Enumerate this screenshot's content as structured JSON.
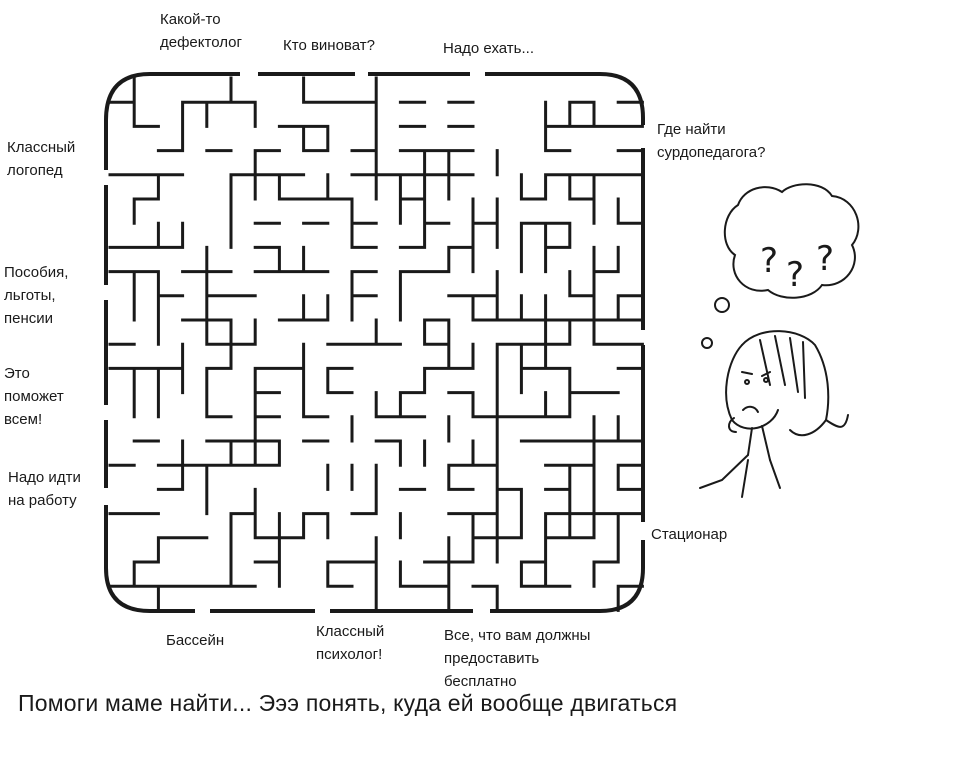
{
  "exit_labels": {
    "top_1": "Какой-то\nдефектолог",
    "top_2": "Кто виноват?",
    "top_3": "Надо ехать...",
    "right_1": "Где найти\nсурдопедагога?",
    "right_2": "Стационар",
    "left_1": "Классный\nлогопед",
    "left_2": "Пособия,\nльготы,\nпенсии",
    "left_3": "Это\nпоможет\nвсем!",
    "left_4": "Надо идти\nна работу",
    "bottom_1": "Бассейн",
    "bottom_2": "Классный\nпсихолог!",
    "bottom_3": "Все, что вам должны\nпредоставить\nбесплатно"
  },
  "caption": "Помоги маме найти... Эээ понять, куда ей вообще двигаться",
  "illustration": {
    "thought_bubble_marks": [
      "?",
      "?",
      "?"
    ],
    "icon": "worried-woman-icon"
  },
  "colors": {
    "ink": "#1a1a1a",
    "background": "#ffffff"
  }
}
